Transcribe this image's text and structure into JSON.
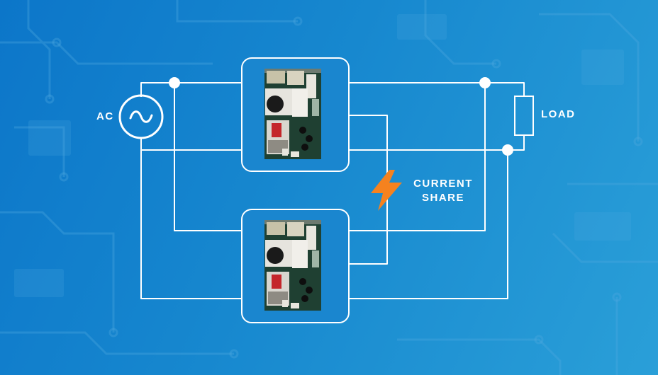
{
  "labels": {
    "ac": "AC",
    "load": "LOAD",
    "current_share_line1": "CURRENT",
    "current_share_line2": "SHARE"
  },
  "icons": {
    "ac_source": "ac-sine-icon",
    "load": "resistor-icon",
    "current_share": "lightning-bolt-icon",
    "power_supply": "power-supply-board-icon"
  },
  "colors": {
    "background_start": "#0c76c9",
    "background_end": "#2a9fd8",
    "wire": "#ffffff",
    "bolt": "#f5821f"
  }
}
